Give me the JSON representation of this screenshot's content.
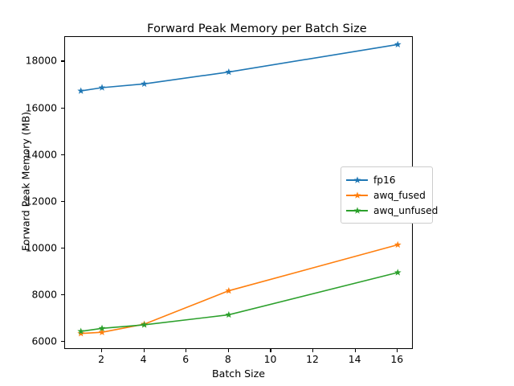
{
  "chart_data": {
    "type": "line",
    "title": "Forward Peak Memory per Batch Size",
    "xlabel": "Batch Size",
    "ylabel": "Forward Peak Memory (MB)",
    "x": [
      1,
      2,
      4,
      8,
      16
    ],
    "xlim": [
      0.25,
      16.75
    ],
    "ylim": [
      5650,
      19050
    ],
    "xticks": [
      2,
      4,
      6,
      8,
      10,
      12,
      14,
      16
    ],
    "xtick_labels": [
      "2",
      "4",
      "6",
      "8",
      "10",
      "12",
      "14",
      "16"
    ],
    "yticks": [
      6000,
      8000,
      10000,
      12000,
      14000,
      16000,
      18000
    ],
    "ytick_labels": [
      "6000",
      "8000",
      "10000",
      "12000",
      "14000",
      "16000",
      "18000"
    ],
    "grid": false,
    "legend_position": "center right",
    "marker": "star",
    "series": [
      {
        "name": "fp16",
        "color": "#1f77b4",
        "values": [
          16740,
          16880,
          17040,
          17550,
          18730
        ]
      },
      {
        "name": "awq_fused",
        "color": "#ff7f0e",
        "values": [
          6350,
          6400,
          6750,
          8180,
          10150
        ]
      },
      {
        "name": "awq_unfused",
        "color": "#2ca02c",
        "values": [
          6440,
          6570,
          6720,
          7150,
          8960
        ]
      }
    ]
  }
}
